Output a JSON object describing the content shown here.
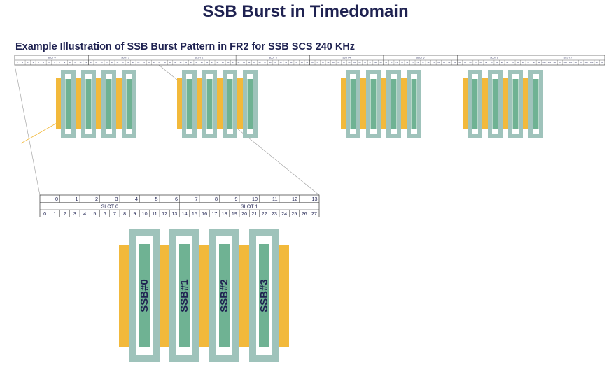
{
  "title": "SSB Burst in Timedomain",
  "subtitle": "Example Illustration of SSB Burst Pattern in FR2 for SSB SCS 240 KHz",
  "colors": {
    "title": "#1f2251",
    "ssb_outer": "#9fc3bb",
    "ssb_inner": "#6fb293",
    "ssb_hole": "#ffffff",
    "burst_band": "#f2b93b",
    "grid_line": "#333333",
    "zoom_line": "#999999",
    "zoom_line_orange": "#f2b93b"
  },
  "overview_grid": {
    "slot_labels": [
      "SLOT 0",
      "SLOT 1",
      "SLOT 2",
      "SLOT 3",
      "SLOT 4",
      "SLOT 5",
      "SLOT 6",
      "SLOT 7"
    ],
    "symbol_count": 112
  },
  "detail_grid": {
    "symbol_numbers": [
      "0",
      "1",
      "2",
      "3",
      "4",
      "5",
      "6",
      "7",
      "8",
      "9",
      "10",
      "11",
      "12",
      "13"
    ],
    "slot_labels": [
      "SLOT 0",
      "SLOT 1"
    ],
    "ofdm_numbers": [
      "0",
      "1",
      "2",
      "3",
      "4",
      "5",
      "6",
      "7",
      "8",
      "9",
      "10",
      "11",
      "12",
      "13",
      "14",
      "15",
      "16",
      "17",
      "18",
      "19",
      "20",
      "21",
      "22",
      "23",
      "24",
      "25",
      "26",
      "27"
    ]
  },
  "ssb_labels": [
    "SSB#0",
    "SSB#1",
    "SSB#2",
    "SSB#3"
  ]
}
